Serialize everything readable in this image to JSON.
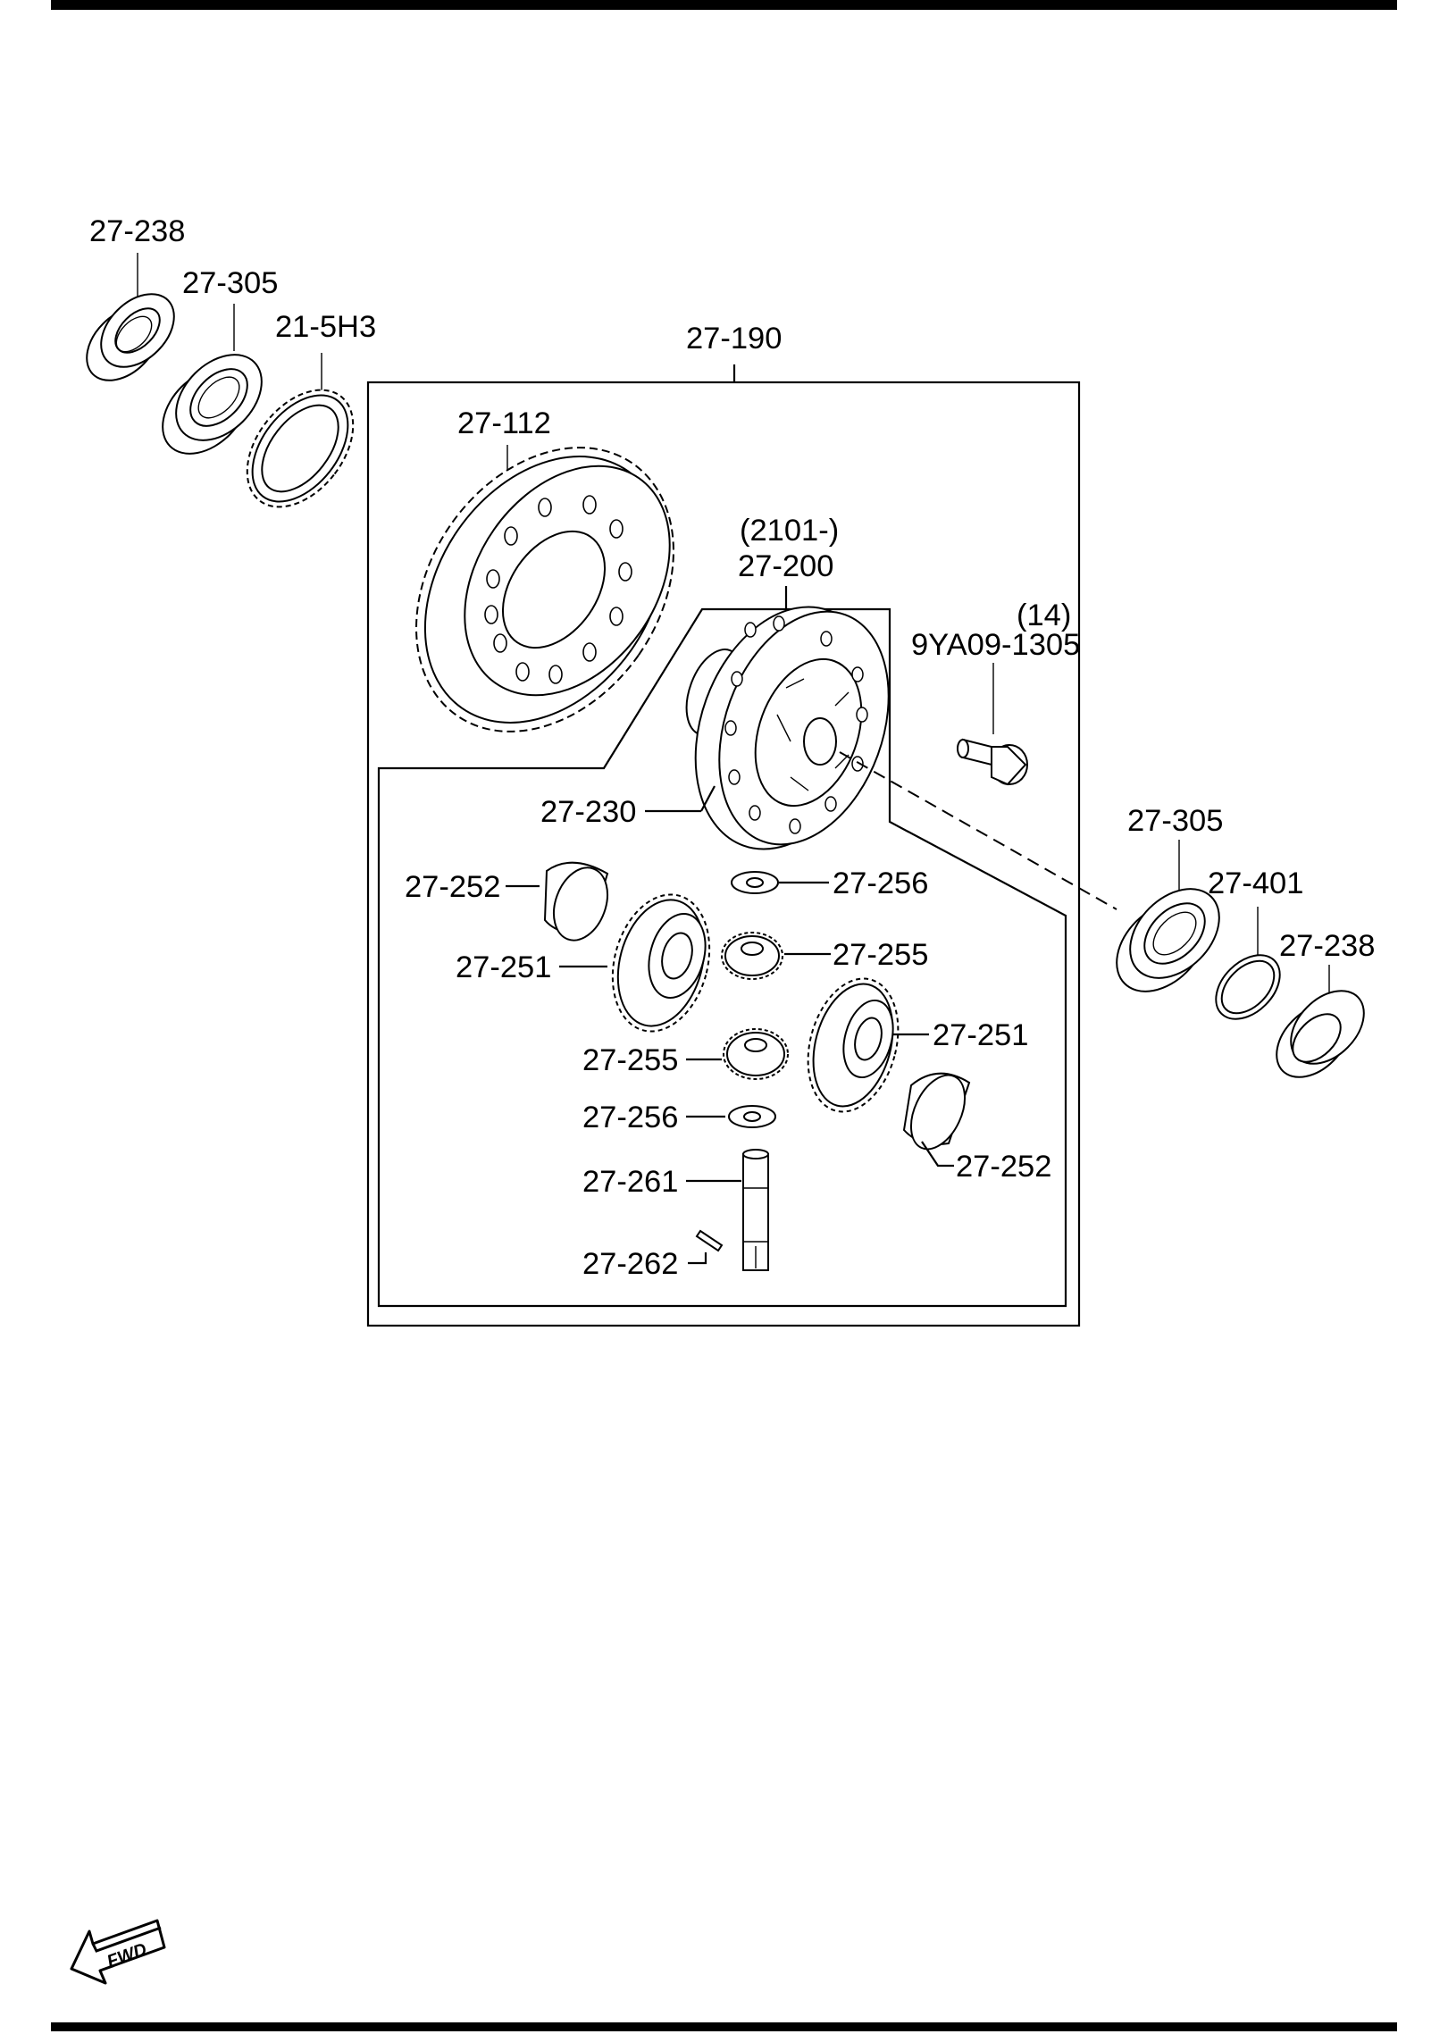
{
  "diagram": {
    "labels": {
      "seal_left": "27-238",
      "bearing_left": "27-305",
      "sensor_ring": "21-5H3",
      "assembly": "27-190",
      "ring_gear": "27-112",
      "case_note": "(2101-)",
      "case_assy": "27-200",
      "bolt_qty": "(14)",
      "bolt": "9YA09-1305",
      "case": "27-230",
      "bearing_right": "27-305",
      "shim": "27-401",
      "seal_right": "27-238",
      "thrust_washer_upper": "27-252",
      "washer_upper": "27-256",
      "side_gear_upper": "27-251",
      "pinion_upper": "27-255",
      "pinion_lower": "27-255",
      "side_gear_lower": "27-251",
      "washer_lower": "27-256",
      "thrust_washer_lower": "27-252",
      "pinion_shaft": "27-261",
      "pin": "27-262"
    },
    "fwd_arrow": "FWD"
  }
}
